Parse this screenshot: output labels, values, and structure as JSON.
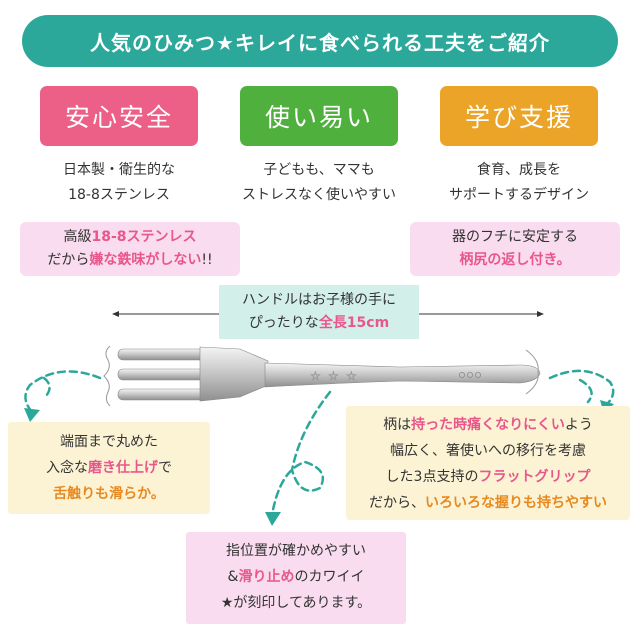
{
  "banner": {
    "title": "人気のひみつ★キレイに食べられる工夫をご紹介"
  },
  "features": [
    {
      "label": "安心安全",
      "color": "#ec5f87",
      "desc1": "日本製・衛生的な",
      "desc2": "18-8ステンレス"
    },
    {
      "label": "使い易い",
      "color": "#4fb03e",
      "desc1": "子どもも、ママも",
      "desc2": "ストレスなく使いやすい"
    },
    {
      "label": "学び支援",
      "color": "#eba428",
      "desc1": "食育、成長を",
      "desc2": "サポートするデザイン"
    }
  ],
  "material_note": {
    "a": "高級",
    "b": "18-8ステンレス",
    "c": "だから",
    "d": "嫌な鉄味がしない",
    "e": "!!"
  },
  "rim_note": {
    "line1": "器のフチに安定する",
    "line2": "柄尻の返し付き。"
  },
  "length_note": {
    "line1": "ハンドルはお子様の手に",
    "line2a": "ぴったりな",
    "line2b": "全長15cm"
  },
  "edge_note": {
    "line1": "端面まで丸めた",
    "line2a": "入念な",
    "line2b": "磨き仕上げ",
    "line2c": "で",
    "line3": "舌触りも滑らか。"
  },
  "grip_note": {
    "line1a": "柄は",
    "line1b": "持った時痛くなりにくい",
    "line1c": "よう",
    "line2": "幅広く、箸使いへの移行を考慮",
    "line3a": "した3点支持の",
    "line3b": "フラットグリップ",
    "line4a": "だから、",
    "line4b": "いろいろな握りも持ちやすい"
  },
  "finger_note": {
    "line1": "指位置が確かめやすい",
    "line2a": "&",
    "line2b": "滑り止め",
    "line2c": "のカワイイ",
    "line3": "★が刻印してあります。"
  },
  "colors": {
    "teal": "#2ba89a",
    "pink": "#e8578b",
    "orange": "#e7891f",
    "green": "#4fb03e"
  }
}
